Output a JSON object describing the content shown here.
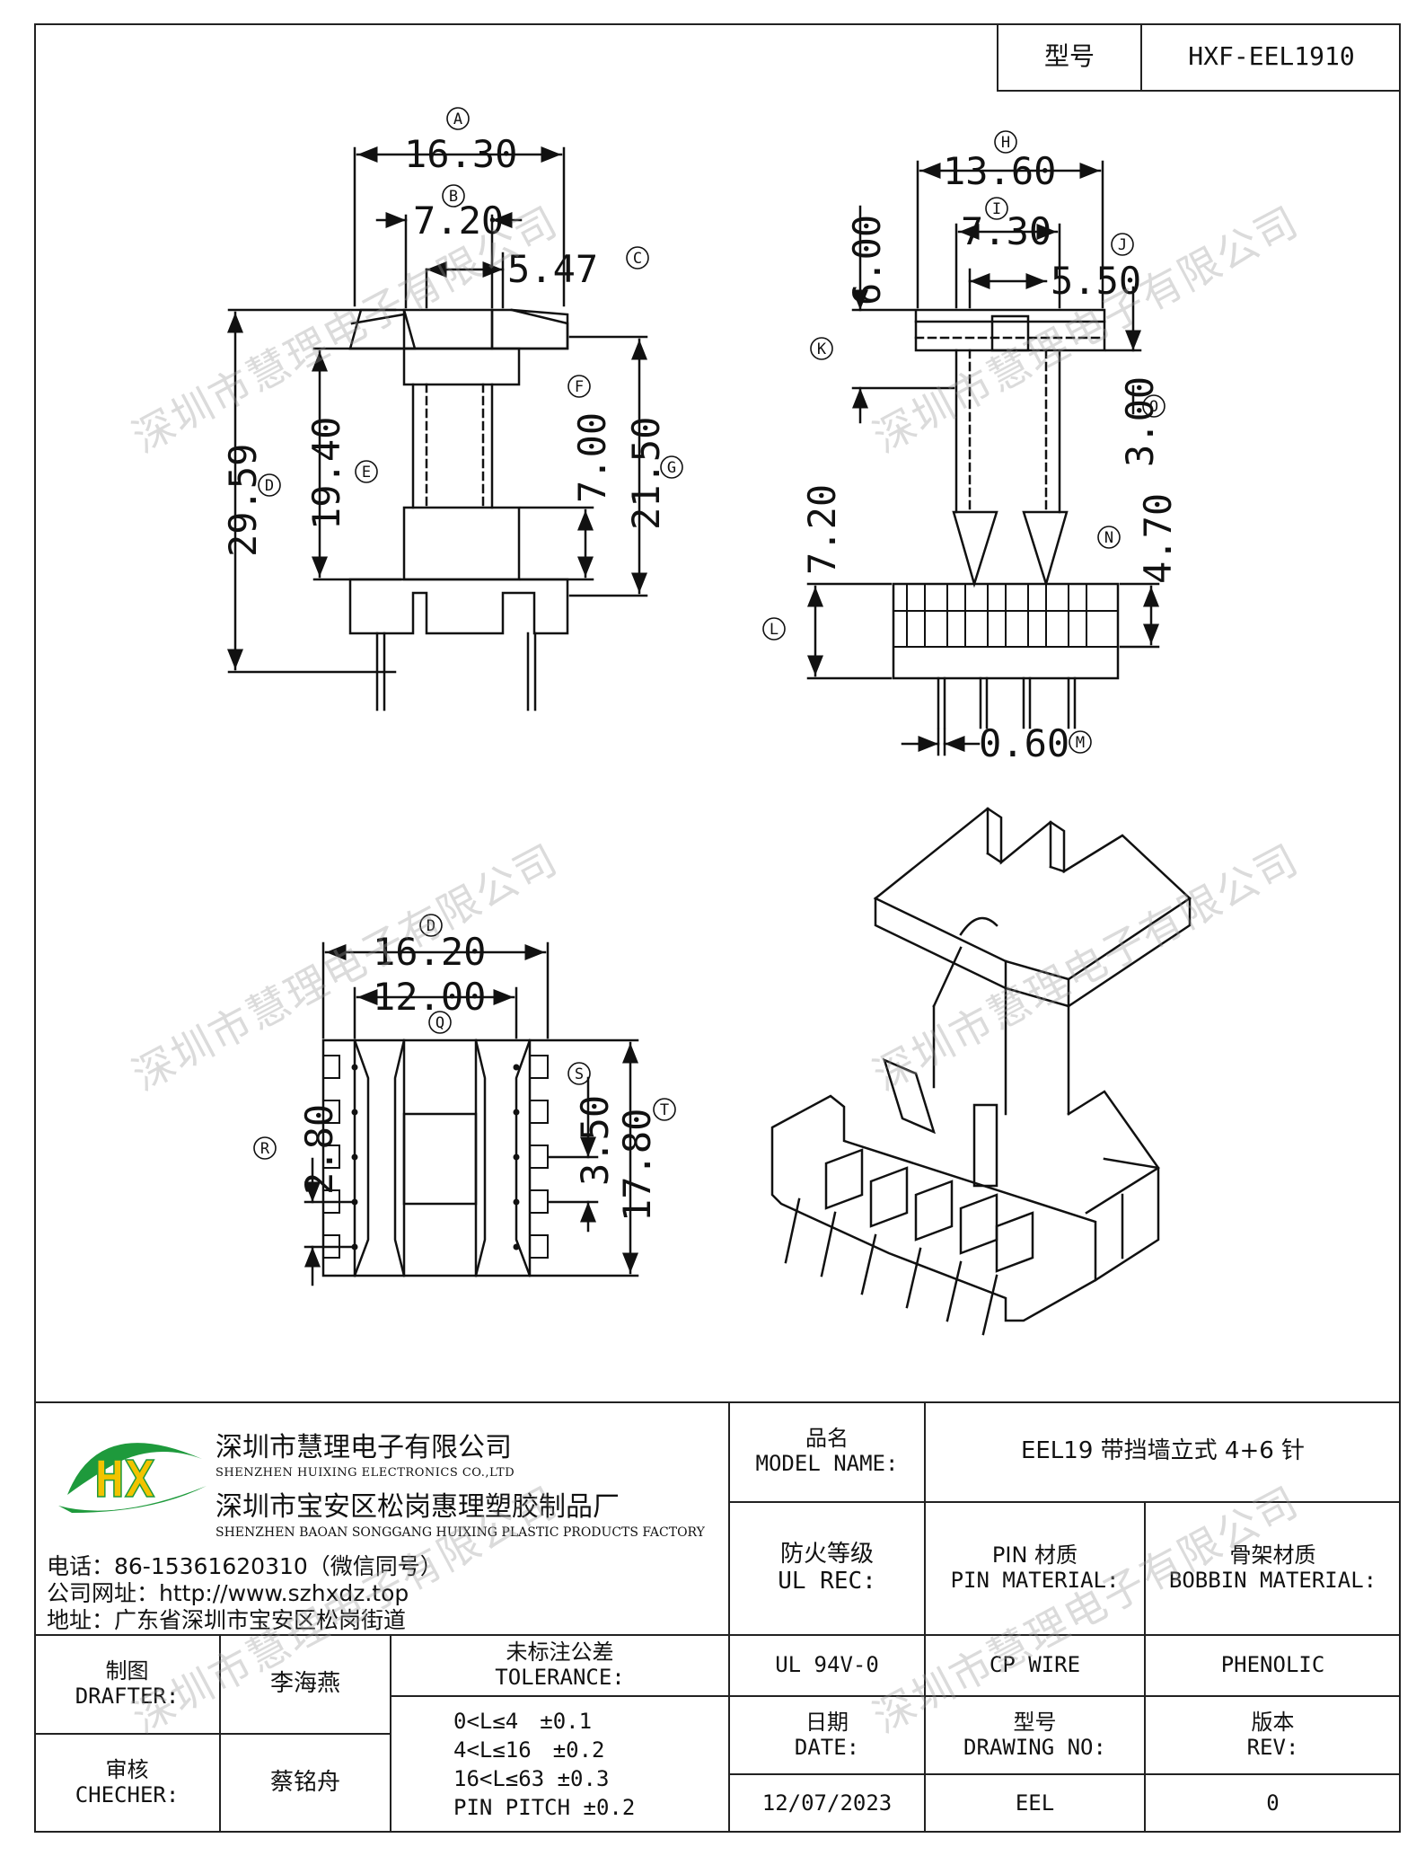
{
  "header": {
    "model_label": "型号",
    "model_value": "HXF-EEL1910"
  },
  "watermark": "深圳市慧理电子有限公司",
  "dims": {
    "A": "16.30",
    "B": "7.20",
    "C": "5.47",
    "D": "29.59",
    "E": "19.40",
    "F": "7.00",
    "G": "21.50",
    "H": "13.60",
    "I": "7.30",
    "J": "5.50",
    "K": "6.00",
    "L": "7.20",
    "M": "0.60",
    "N": "4.70",
    "O": "3.00",
    "P": "16.20",
    "Q": "12.00",
    "R": "2.80",
    "S": "3.50",
    "T": "17.80"
  },
  "markers": {
    "A": "A",
    "B": "B",
    "C": "C",
    "D": "D",
    "E": "E",
    "F": "F",
    "G": "G",
    "H": "H",
    "I": "I",
    "J": "J",
    "K": "K",
    "L": "L",
    "M": "M",
    "N": "N",
    "O": "O",
    "P": "D",
    "Q": "Q",
    "R": "R",
    "S": "S",
    "T": "T"
  },
  "company": {
    "name_cn": "深圳市慧理电子有限公司",
    "name_en": "SHENZHEN HUIXING ELECTRONICS CO.,LTD",
    "factory_cn": "深圳市宝安区松岗惠理塑胶制品厂",
    "factory_en": "SHENZHEN BAOAN SONGGANG HUIXING PLASTIC PRODUCTS FACTORY",
    "phone": "电话：86-15361620310（微信同号）",
    "website": "公司网址：http://www.szhxdz.top",
    "address": "地址：广东省深圳市宝安区松岗街道",
    "logo_text": "HX",
    "colors": {
      "logo_green": "#1e9a3c",
      "logo_yellow": "#f2c300"
    }
  },
  "title_block": {
    "model_name_label_cn": "品名",
    "model_name_label_en": "MODEL NAME:",
    "model_name_value": "EEL19 带挡墙立式 4+6 针",
    "ul_label_cn": "防火等级",
    "ul_label_en": "UL REC:",
    "pin_label_cn": "PIN 材质",
    "pin_label_en": "PIN MATERIAL:",
    "bobbin_label_cn": "骨架材质",
    "bobbin_label_en": "BOBBIN MATERIAL:",
    "ul_value": "UL 94V-0",
    "pin_value": "CP WIRE",
    "bobbin_value": "PHENOLIC",
    "drafter_label_cn": "制图",
    "drafter_label_en": "DRAFTER:",
    "drafter_value": "李海燕",
    "checker_label_cn": "审核",
    "checker_label_en": "CHECHER:",
    "checker_value": "蔡铭舟",
    "tolerance_label_cn": "未标注公差",
    "tolerance_label_en": "TOLERANCE:",
    "tolerances": [
      "0<L≤4　±0.1",
      "4<L≤16　±0.2",
      "16<L≤63 ±0.3",
      "PIN PITCH ±0.2"
    ],
    "date_label_cn": "日期",
    "date_label_en": "DATE:",
    "date_value": "12/07/2023",
    "drawing_no_label_cn": "型号",
    "drawing_no_label_en": "DRAWING NO:",
    "drawing_no_value": "EEL",
    "rev_label_cn": "版本",
    "rev_label_en": "REV:",
    "rev_value": "0"
  }
}
